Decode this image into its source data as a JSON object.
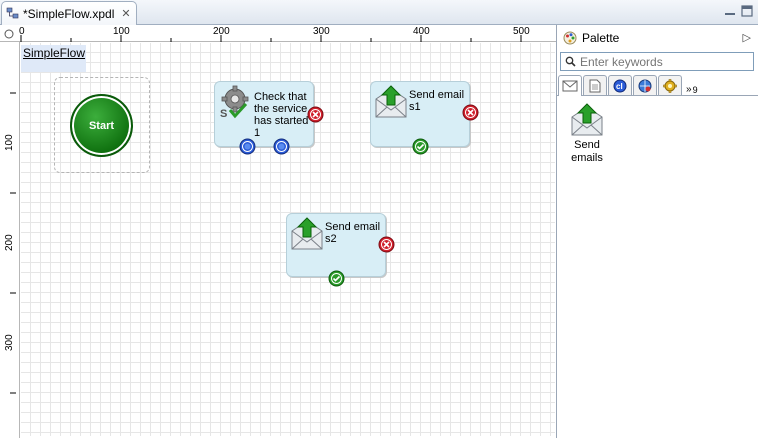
{
  "editor": {
    "tab_title": "*SimpleFlow.xpdl",
    "tab_close": "✕"
  },
  "ruler": {
    "x_labels": [
      "0",
      "100",
      "200",
      "300",
      "400",
      "500"
    ],
    "y_labels": [
      "100",
      "200",
      "300"
    ]
  },
  "diagram": {
    "pool_name": "SimpleFlow",
    "start_label": "Start",
    "tasks": [
      {
        "label": "Check that the service has started1",
        "icon": "gear-check-icon"
      },
      {
        "label": "Send emails1",
        "icon": "send-email-icon"
      },
      {
        "label": "Send emails2",
        "icon": "send-email-icon"
      }
    ]
  },
  "palette": {
    "title": "Palette",
    "search_placeholder": "Enter keywords",
    "tabs": [
      "mail-icon",
      "document-icon",
      "code-icon",
      "network-icon",
      "gear-icon"
    ],
    "more_count": "9",
    "item_label": "Send emails"
  },
  "colors": {
    "task_fill": "#d8eef6",
    "start_fill": "#0c6c0c",
    "error_badge": "#d0202c",
    "ok_badge": "#2a9a2a",
    "input_badge": "#2a5bd8"
  }
}
